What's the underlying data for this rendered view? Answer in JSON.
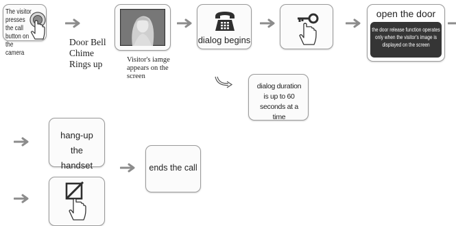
{
  "step1": {
    "text": "The visitor presses the call button on the camera"
  },
  "step2": {
    "text": "Door Bell Chime Rings up"
  },
  "step3": {
    "caption": "Visitor's iamge appears on the screen"
  },
  "step4": {
    "label": "dialog begins"
  },
  "step6": {
    "title": "open the door",
    "note": "the door release function operates only when the visitor's image is displayed on the screen"
  },
  "duration": {
    "text": "dialog duration is up to 60 seconds at a time"
  },
  "hangup": {
    "label": "hang-up the handset"
  },
  "ends": {
    "label": "ends the call"
  },
  "colors": {
    "arrow": "#8c8c8c",
    "dark": "#2f2f2f",
    "border": "#9a9a9a"
  }
}
